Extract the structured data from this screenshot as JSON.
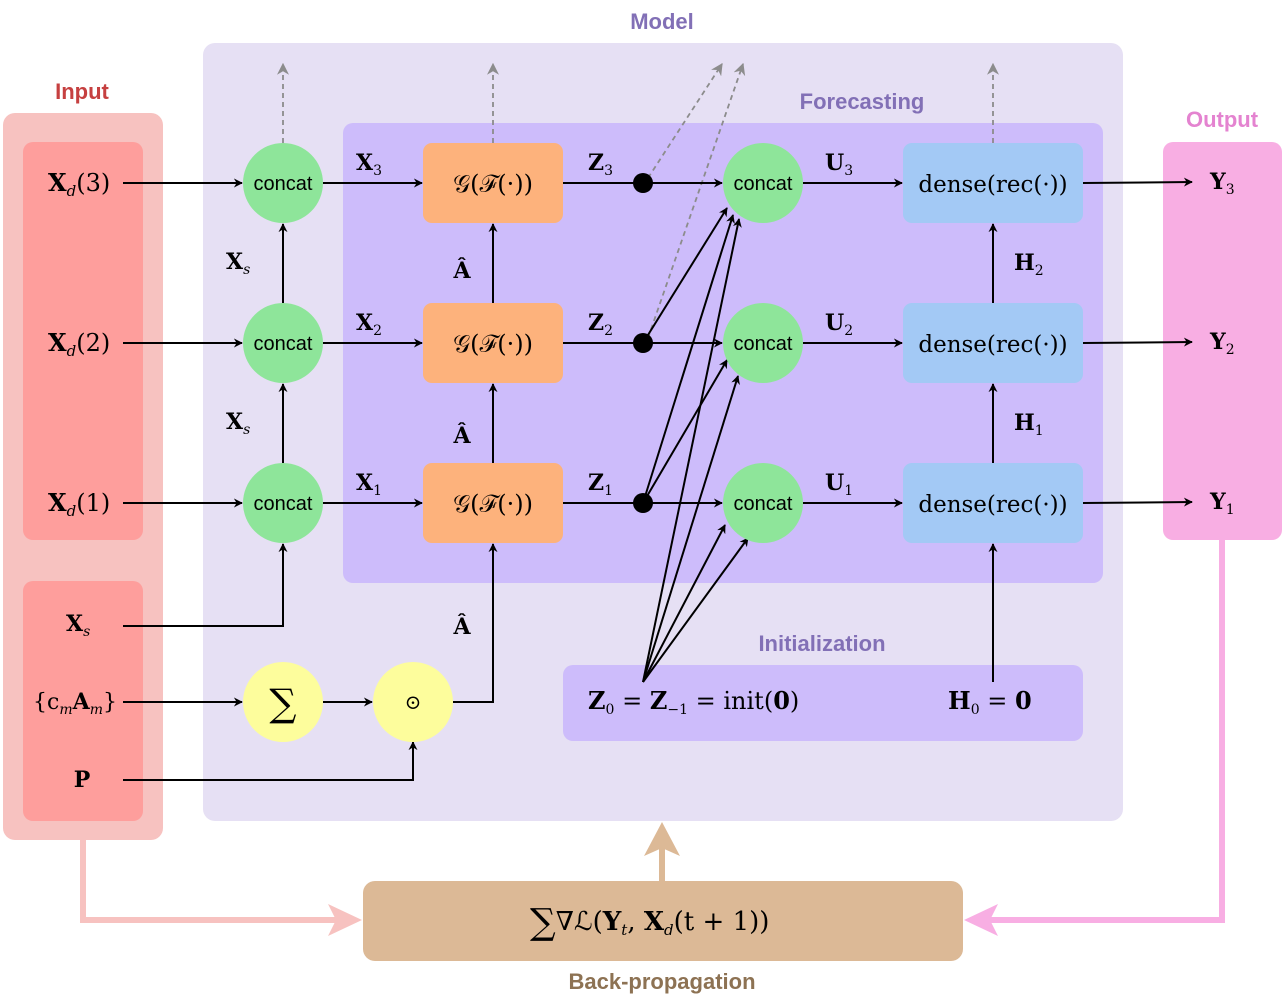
{
  "sections": {
    "model": "Model",
    "input": "Input",
    "output": "Output",
    "forecasting": "Forecasting",
    "initialization": "Initialization",
    "backprop": "Back-propagation"
  },
  "nodes": {
    "concat": "concat",
    "gf": "𝒢(ℱ(·))",
    "dense": "dense(rec(·))",
    "sum": "∑",
    "odot": "⊙"
  },
  "inputs": {
    "xd3": "X",
    "xd3_sub": "d",
    "xd3_arg": "(3)",
    "xd2": "X",
    "xd2_sub": "d",
    "xd2_arg": "(2)",
    "xd1": "X",
    "xd1_sub": "d",
    "xd1_arg": "(1)",
    "xs": "X",
    "xs_sub": "s",
    "cA": "{c",
    "cA_sub1": "m",
    "cA_mid": "A",
    "cA_sub2": "m",
    "cA_end": "}",
    "p": "P"
  },
  "labels": {
    "x3": "X",
    "x3_sub": "3",
    "x2": "X",
    "x2_sub": "2",
    "x1": "X",
    "x1_sub": "1",
    "xs": "X",
    "xs_sub": "s",
    "ahat": "Â",
    "z3": "Z",
    "z3_sub": "3",
    "z2": "Z",
    "z2_sub": "2",
    "z1": "Z",
    "z1_sub": "1",
    "u3": "U",
    "u3_sub": "3",
    "u2": "U",
    "u2_sub": "2",
    "u1": "U",
    "u1_sub": "1",
    "h2": "H",
    "h2_sub": "2",
    "h1": "H",
    "h1_sub": "1"
  },
  "outputs": {
    "y3": "Y",
    "y3_sub": "3",
    "y2": "Y",
    "y2_sub": "2",
    "y1": "Y",
    "y1_sub": "1"
  },
  "init": {
    "z0": "Z",
    "z0_sub": "0",
    "eq1": " = ",
    "zm1": "Z",
    "zm1_sub": "−1",
    "eq2": " = init(",
    "zero": "0",
    "close": ")",
    "h0": "H",
    "h0_sub": "0",
    "eq3": " = ",
    "h0_zero": "0"
  },
  "loss": {
    "sum": "∑",
    "nabla": "∇ℒ(",
    "y": "Y",
    "y_sub": "t",
    "comma": ", ",
    "x": "X",
    "x_sub": "d",
    "end": "(t + 1))"
  },
  "colors": {
    "model_bg": "#e6e0f4",
    "forecast_bg": "#cdbcfb",
    "input_outer": "#f7c2c0",
    "input_inner": "#fe9e9c",
    "output_bg": "#f8aee3",
    "concat": "#8ee59a",
    "gf": "#fdb27c",
    "dense": "#a3c9f5",
    "yellow": "#fdfd9c",
    "loss_bg": "#dcb996",
    "title_model": "#8270b6",
    "title_input": "#c64040",
    "title_output": "#e483d0",
    "title_backprop": "#8d7253"
  }
}
